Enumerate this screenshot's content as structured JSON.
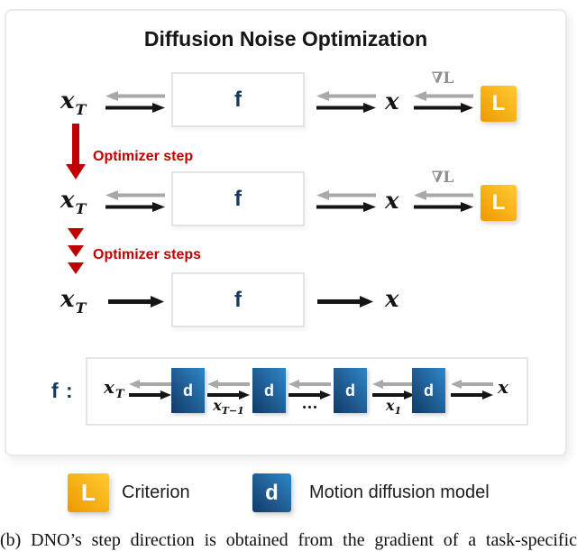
{
  "title": "Diffusion Noise Optimization",
  "math": {
    "x": "x",
    "sub_T": "T",
    "sub_T_minus_1": "T−1",
    "sub_1": "1",
    "grad_L": "∇L",
    "dots": "..."
  },
  "boxes": {
    "f": "f",
    "d": "d",
    "L": "L",
    "f_expansion_label": "f :"
  },
  "annotations": {
    "optimizer_step": "Optimizer step",
    "optimizer_steps": "Optimizer steps"
  },
  "legend": [
    {
      "symbol": "L",
      "label": "Criterion"
    },
    {
      "symbol": "d",
      "label": "Motion diffusion model"
    }
  ],
  "caption": "(b) DNO’s step direction is obtained from the gradient of a task-specific",
  "colors": {
    "accent_red": "#C00000",
    "navy_f": "#17375E",
    "loss_gradient": [
      "#EF9800",
      "#FFCC33"
    ],
    "model_gradient": [
      "#123A66",
      "#2E86C8"
    ],
    "arrow_gray": "#A9A9A9",
    "arrow_black": "#151515",
    "panel_border": "#E9E9E9"
  }
}
